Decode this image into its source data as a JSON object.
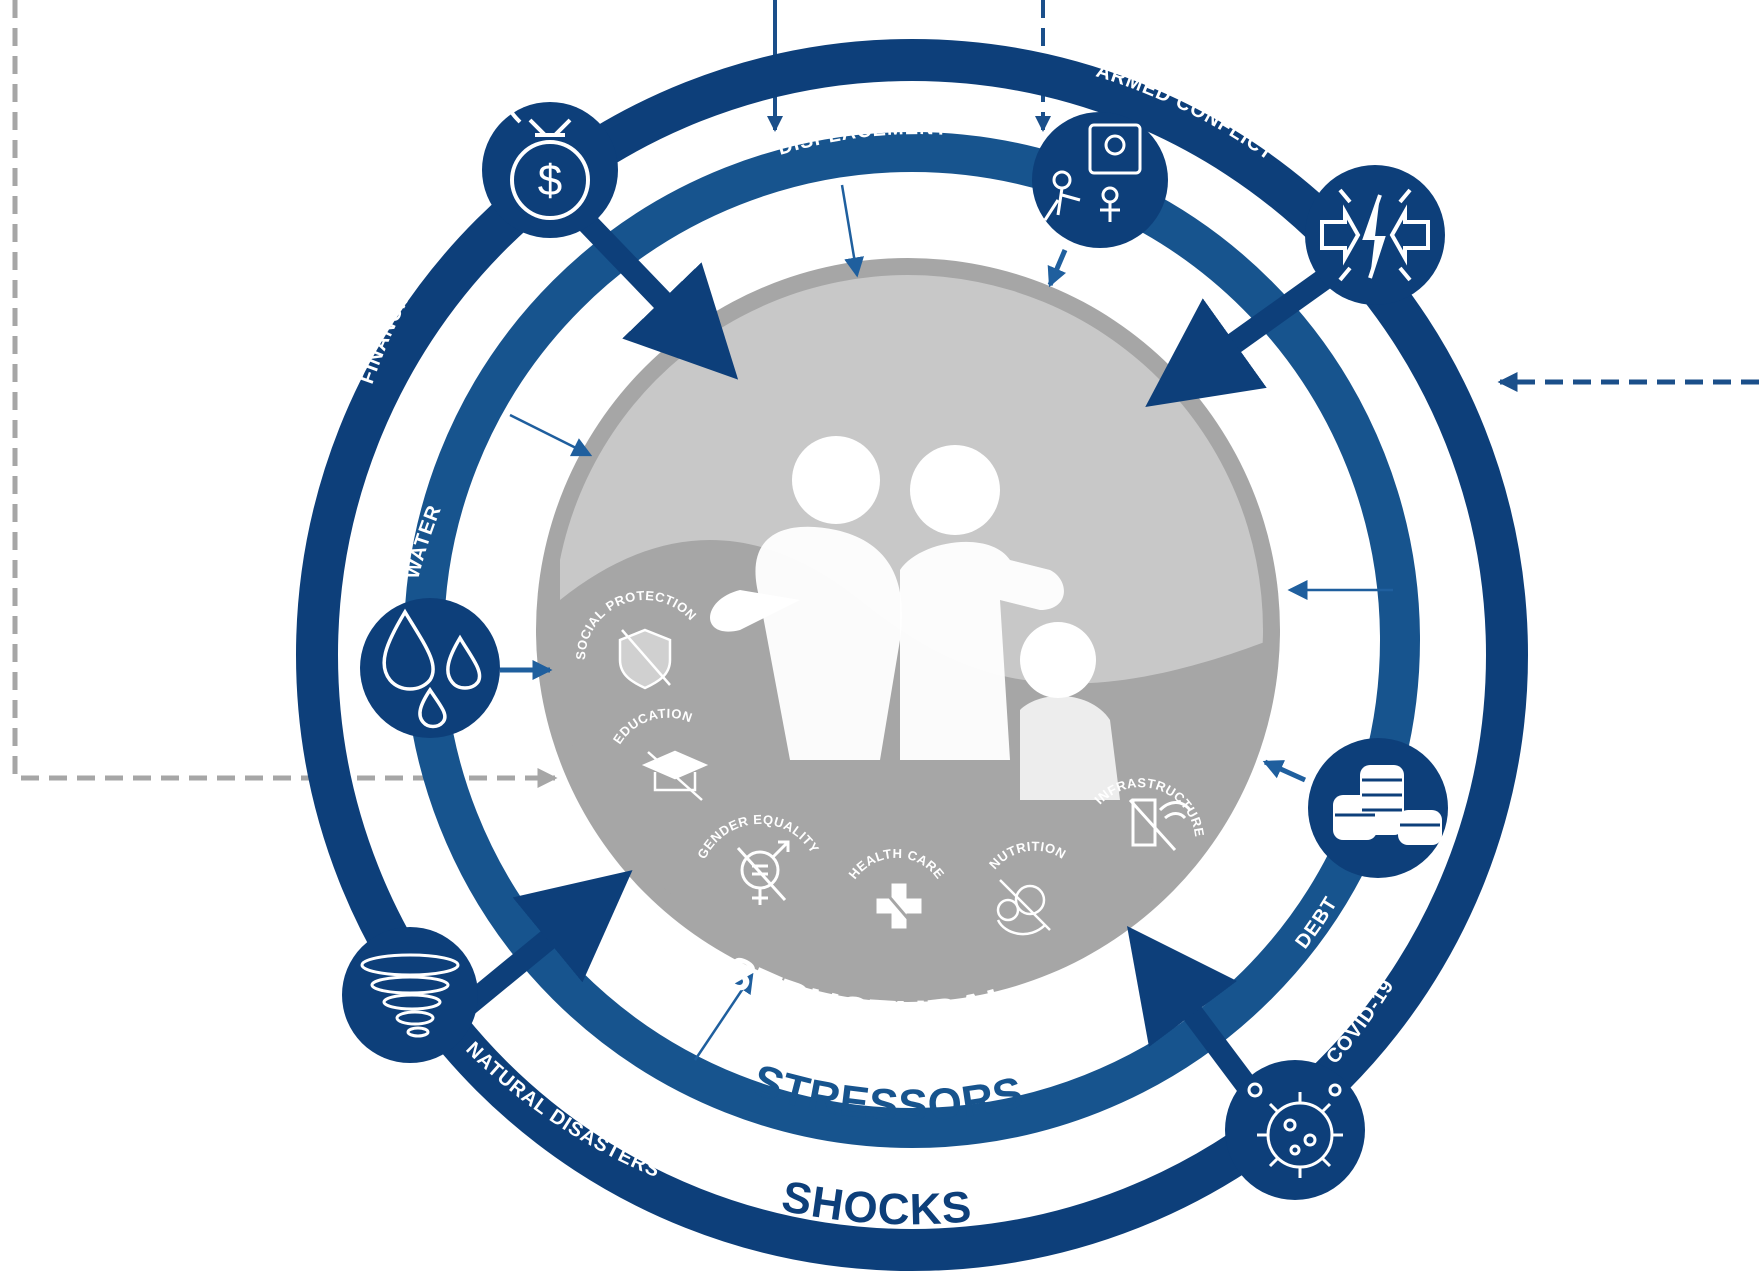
{
  "colors": {
    "outer_ring": "#0d3f7a",
    "inner_ring": "#17548e",
    "node": "#0d3f7a",
    "core_dark": "#a6a6a6",
    "core_light": "#c8c8c8",
    "dashed_gray": "#a6a6a6",
    "white": "#ffffff"
  },
  "shocks": {
    "title": "SHOCKS",
    "items": [
      {
        "label": "ARMED CONFLICT",
        "icon": "conflict-icon"
      },
      {
        "label": "FINANCIAL SHOCKS",
        "icon": "money-bag-icon"
      },
      {
        "label": "NATURAL DISASTERS",
        "icon": "tornado-icon"
      },
      {
        "label": "COVID-19",
        "icon": "virus-icon"
      }
    ]
  },
  "stressors": {
    "title": "STRESSORS",
    "items": [
      {
        "label": "DISPLACEMENT",
        "icon": "displacement-icon"
      },
      {
        "label": "WATER",
        "icon": "water-drops-icon"
      },
      {
        "label": "DEBT",
        "icon": "coin-stacks-icon"
      }
    ]
  },
  "structural": {
    "title": "STRUCTURAL",
    "items": [
      {
        "label": "SOCIAL PROTECTION",
        "icon": "shield-crossed-icon"
      },
      {
        "label": "EDUCATION",
        "icon": "graduation-cap-crossed-icon"
      },
      {
        "label": "GENDER EQUALITY",
        "icon": "gender-equality-crossed-icon"
      },
      {
        "label": "HEALTH CARE",
        "icon": "health-cross-crossed-icon"
      },
      {
        "label": "NUTRITION",
        "icon": "food-crossed-icon"
      },
      {
        "label": "INFRASTRUCTURE",
        "icon": "building-crossed-icon"
      }
    ]
  },
  "center": {
    "icon": "family-icon"
  }
}
